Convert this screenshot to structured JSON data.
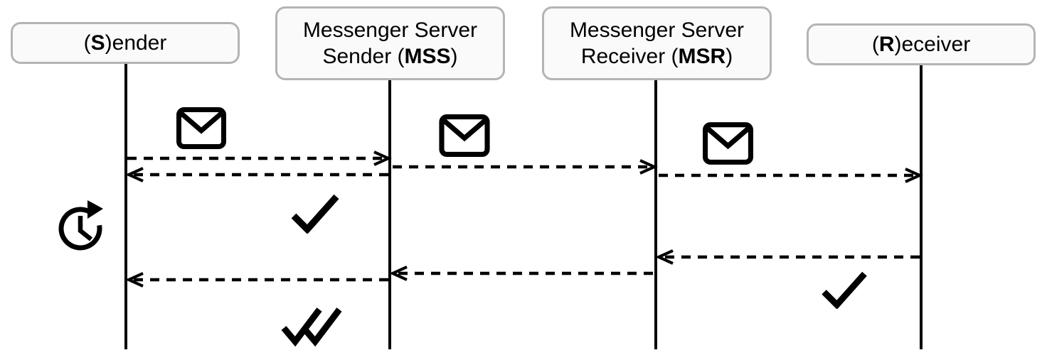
{
  "colors": {
    "background": "#ffffff",
    "stroke": "#000000",
    "actor_box_border": "#b4b4b4",
    "actor_box_bg": "#fafafa",
    "text": "#000000"
  },
  "actors": [
    {
      "id": "sender",
      "lines": [
        {
          "pre": "(",
          "bold": "S",
          "post": ")ender"
        }
      ]
    },
    {
      "id": "mss",
      "lines": [
        {
          "pre": "Messenger Server",
          "bold": "",
          "post": ""
        },
        {
          "pre": "Sender (",
          "bold": "MSS",
          "post": ")"
        }
      ]
    },
    {
      "id": "msr",
      "lines": [
        {
          "pre": "Messenger Server",
          "bold": "",
          "post": ""
        },
        {
          "pre": "Receiver (",
          "bold": "MSR",
          "post": ")"
        }
      ]
    },
    {
      "id": "receiver",
      "lines": [
        {
          "pre": "(",
          "bold": "R",
          "post": ")eceiver"
        }
      ]
    }
  ],
  "messages": [
    {
      "from": "sender",
      "to": "mss",
      "style": "dashed",
      "icon": "envelope-icon"
    },
    {
      "from": "mss",
      "to": "sender",
      "style": "dashed",
      "icon": ""
    },
    {
      "from": "mss",
      "to": "msr",
      "style": "dashed",
      "icon": "envelope-icon"
    },
    {
      "from": "msr",
      "to": "receiver",
      "style": "dashed",
      "icon": "envelope-icon"
    },
    {
      "from": "receiver",
      "to": "msr",
      "style": "dashed",
      "icon": ""
    },
    {
      "from": "msr",
      "to": "mss",
      "style": "dashed",
      "icon": ""
    },
    {
      "from": "mss",
      "to": "sender",
      "style": "dashed",
      "icon": ""
    }
  ],
  "icons": [
    "envelope-icon",
    "clock-retry-icon",
    "check-icon",
    "double-check-icon"
  ]
}
